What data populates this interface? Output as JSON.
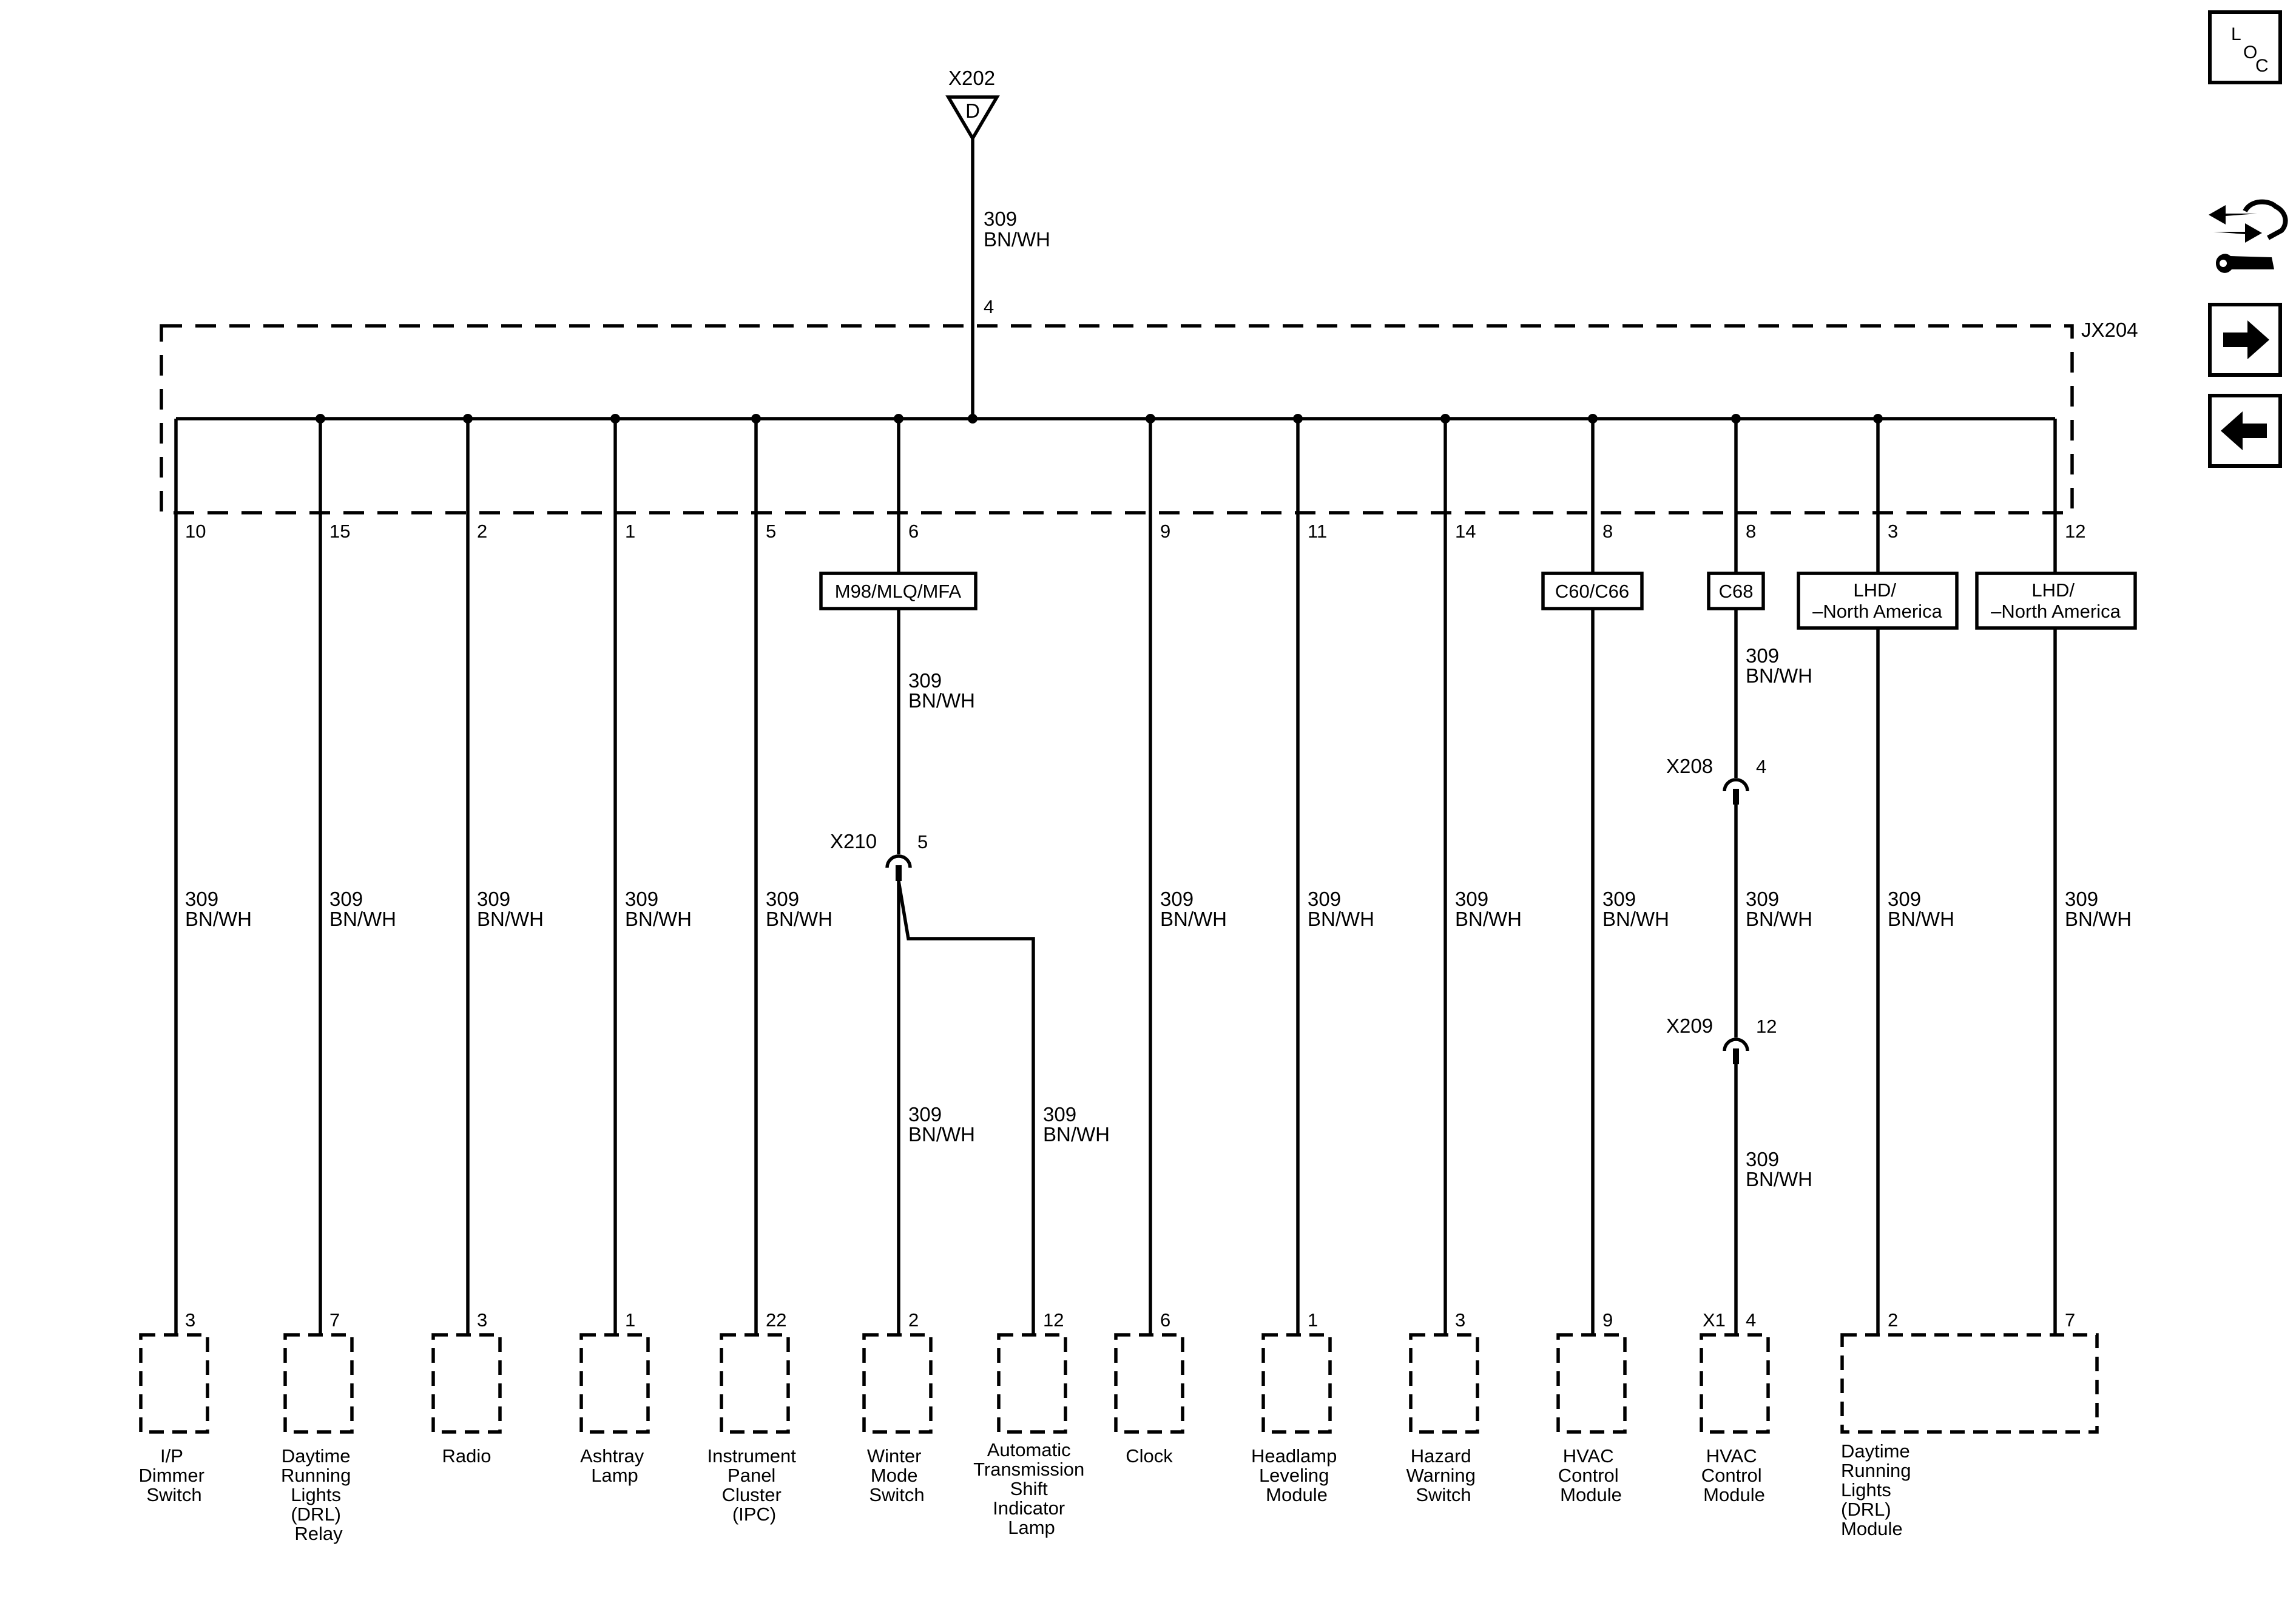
{
  "top_connector": {
    "name": "X202",
    "terminal": "D",
    "wire": [
      "309",
      "BN/WH"
    ],
    "pin": "4"
  },
  "splice": {
    "name": "JX204"
  },
  "branches": [
    {
      "id": "b10",
      "splice_pin": "10",
      "wire": [
        "309",
        "BN/WH"
      ],
      "comp_pin": "3",
      "component": [
        "I/P",
        "Dimmer",
        "Switch"
      ]
    },
    {
      "id": "b15",
      "splice_pin": "15",
      "wire": [
        "309",
        "BN/WH"
      ],
      "comp_pin": "7",
      "component": [
        "Daytime",
        "Running",
        "Lights",
        "(DRL)",
        "Relay"
      ]
    },
    {
      "id": "b2",
      "splice_pin": "2",
      "wire": [
        "309",
        "BN/WH"
      ],
      "comp_pin": "3",
      "component": [
        "Radio"
      ]
    },
    {
      "id": "b1",
      "splice_pin": "1",
      "wire": [
        "309",
        "BN/WH"
      ],
      "comp_pin": "1",
      "component": [
        "Ashtray",
        "Lamp"
      ]
    },
    {
      "id": "b5",
      "splice_pin": "5",
      "wire": [
        "309",
        "BN/WH"
      ],
      "comp_pin": "22",
      "component": [
        "Instrument",
        "Panel",
        "Cluster",
        "(IPC)"
      ]
    },
    {
      "id": "b6",
      "splice_pin": "6",
      "option": "M98/MLQ/MFA",
      "wire": [
        "309",
        "BN/WH"
      ],
      "inline": {
        "name": "X210",
        "pin": "5"
      },
      "sub": [
        {
          "wire": [
            "309",
            "BN/WH"
          ],
          "comp_pin": "2",
          "component": [
            "Winter",
            "Mode",
            "Switch"
          ]
        },
        {
          "wire": [
            "309",
            "BN/WH"
          ],
          "comp_pin": "12",
          "component": [
            "Automatic",
            "Transmission",
            "Shift",
            "Indicator",
            "Lamp"
          ]
        }
      ]
    },
    {
      "id": "b9",
      "splice_pin": "9",
      "wire": [
        "309",
        "BN/WH"
      ],
      "comp_pin": "6",
      "component": [
        "Clock"
      ]
    },
    {
      "id": "b11",
      "splice_pin": "11",
      "wire": [
        "309",
        "BN/WH"
      ],
      "comp_pin": "1",
      "component": [
        "Headlamp",
        "Leveling",
        "Module"
      ]
    },
    {
      "id": "b14",
      "splice_pin": "14",
      "wire": [
        "309",
        "BN/WH"
      ],
      "comp_pin": "3",
      "component": [
        "Hazard",
        "Warning",
        "Switch"
      ]
    },
    {
      "id": "b8a",
      "splice_pin": "8",
      "option": "C60/C66",
      "wire": [
        "309",
        "BN/WH"
      ],
      "comp_pin": "9",
      "component": [
        "HVAC",
        "Control",
        "Module"
      ]
    },
    {
      "id": "b8b",
      "splice_pin": "8",
      "option": "C68",
      "wires": [
        [
          "309",
          "BN/WH"
        ],
        [
          "309",
          "BN/WH"
        ],
        [
          "309",
          "BN/WH"
        ]
      ],
      "inline1": {
        "name": "X208",
        "pin": "4"
      },
      "inline2": {
        "name": "X209",
        "pin": "12"
      },
      "connector": "X1",
      "comp_pin": "4",
      "component": [
        "HVAC",
        "Control",
        "Module"
      ]
    },
    {
      "id": "b3",
      "splice_pin": "3",
      "option": [
        "LHD/",
        "–North America"
      ],
      "wire": [
        "309",
        "BN/WH"
      ],
      "comp_pin": "2"
    },
    {
      "id": "b12",
      "splice_pin": "12",
      "option": [
        "LHD/",
        "–North America"
      ],
      "wire": [
        "309",
        "BN/WH"
      ],
      "comp_pin": "7"
    }
  ],
  "drl_module": {
    "component": [
      "Daytime",
      "Running",
      "Lights",
      "(DRL)",
      "Module"
    ]
  },
  "icons": {
    "loc": {
      "letters": [
        "L",
        "O",
        "C"
      ]
    },
    "tools": "service-tools-icon",
    "next": "arrow-right-icon",
    "prev": "arrow-left-icon"
  }
}
